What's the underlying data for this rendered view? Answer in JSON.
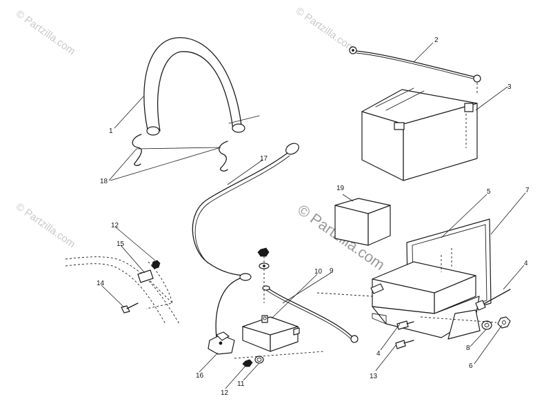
{
  "watermark": {
    "text": "© Partzilla.com",
    "color_light": "#c9c9c9",
    "color_center": "#9a9a9a"
  },
  "callouts": {
    "c1": "1",
    "c2": "2",
    "c3": "3",
    "c4a": "4",
    "c4b": "4",
    "c5": "5",
    "c6": "6",
    "c7": "7",
    "c8": "8",
    "c9": "9",
    "c10": "10",
    "c11": "11",
    "c12a": "12",
    "c12b": "12",
    "c13": "13",
    "c14": "14",
    "c15": "15",
    "c16": "16",
    "c17": "17",
    "c18": "18",
    "c19": "19"
  }
}
